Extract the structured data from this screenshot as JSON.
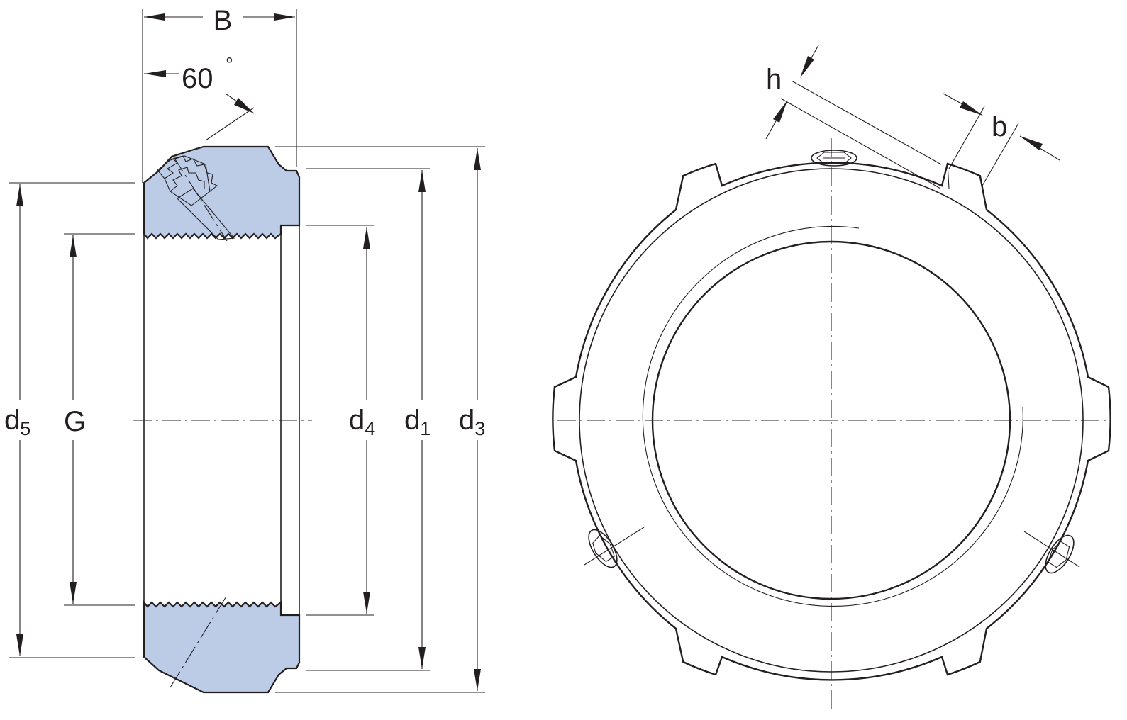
{
  "labels": {
    "B": "B",
    "angle_value": "60",
    "angle_unit": "°",
    "d5_base": "d",
    "d5_sub": "5",
    "G": "G",
    "d4_base": "d",
    "d4_sub": "4",
    "d1_base": "d",
    "d1_sub": "1",
    "d3_base": "d",
    "d3_sub": "3",
    "h": "h",
    "b": "b"
  },
  "colors": {
    "section_fill": "#bccbe6",
    "line": "#231f20",
    "background": "#ffffff"
  }
}
